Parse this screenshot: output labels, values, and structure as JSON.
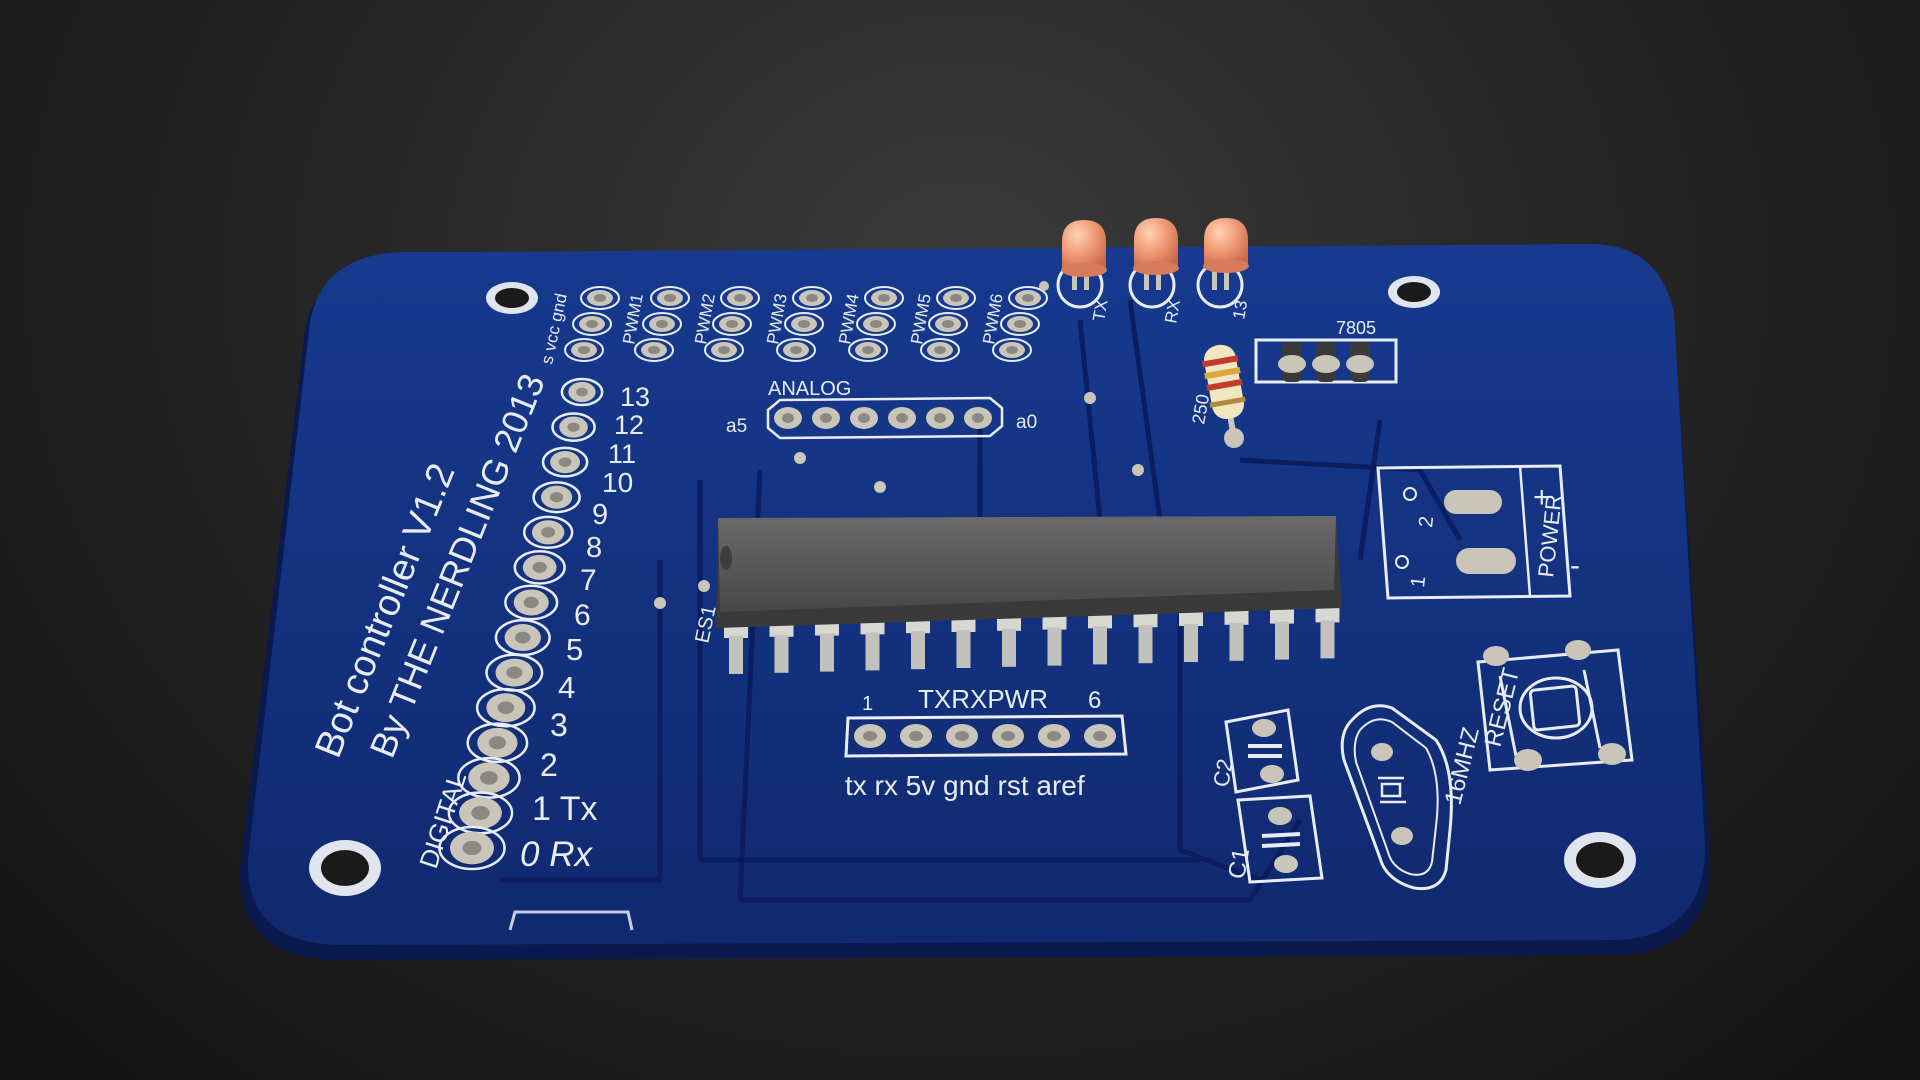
{
  "colors": {
    "board": "#123080",
    "board_edge": "#0a1a4e",
    "silkscreen": "#e8ecf5",
    "pad": "#c9c5b8",
    "chip": "#555555",
    "led": "#f0a07a",
    "background": "#262626"
  },
  "board": {
    "title": "Bot controller V1.2",
    "author": "By THE NERDLING 2013",
    "digital_label": "DIGITAL",
    "digital_pins": [
      "13",
      "12",
      "11",
      "10",
      "9",
      "8",
      "7",
      "6",
      "5",
      "4",
      "3",
      "2",
      "1 Tx",
      "0 Rx"
    ],
    "servo_header": "s vcc gnd",
    "pwm_labels": [
      "PWM1",
      "PWM2",
      "PWM3",
      "PWM4",
      "PWM5",
      "PWM6"
    ],
    "analog_label": "ANALOG",
    "analog_left": "a5",
    "analog_right": "a0",
    "led_labels": [
      "TX",
      "RX",
      "13"
    ],
    "resistor_label": "250",
    "regulator_label": "7805",
    "power_label": "POWER",
    "power_plus": "+",
    "power_minus": "-",
    "power_pin_1": "1",
    "power_pin_2": "2",
    "ic_label": "ES1",
    "prog_left": "1",
    "prog_top": "TXRXPWR",
    "prog_right": "6",
    "prog_bottom": "tx rx 5v gnd rst aref",
    "c1": "C1",
    "c2": "C2",
    "crystal": "16MHZ",
    "reset": "RESET"
  }
}
